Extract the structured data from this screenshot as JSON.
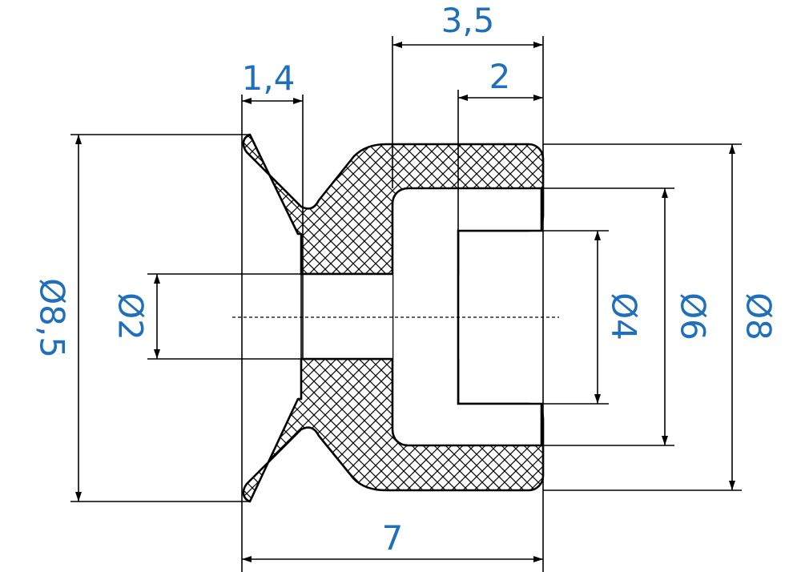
{
  "drawing": {
    "dim_color": "#1f6fba",
    "line_color": "#000000",
    "dimensions": {
      "width_3_5": "3,5",
      "width_2": "2",
      "width_1_4": "1,4",
      "width_7": "7",
      "dia_8_5": "Ø8,5",
      "dia_2": "Ø2",
      "dia_4": "Ø4",
      "dia_6": "Ø6",
      "dia_8": "Ø8"
    }
  }
}
